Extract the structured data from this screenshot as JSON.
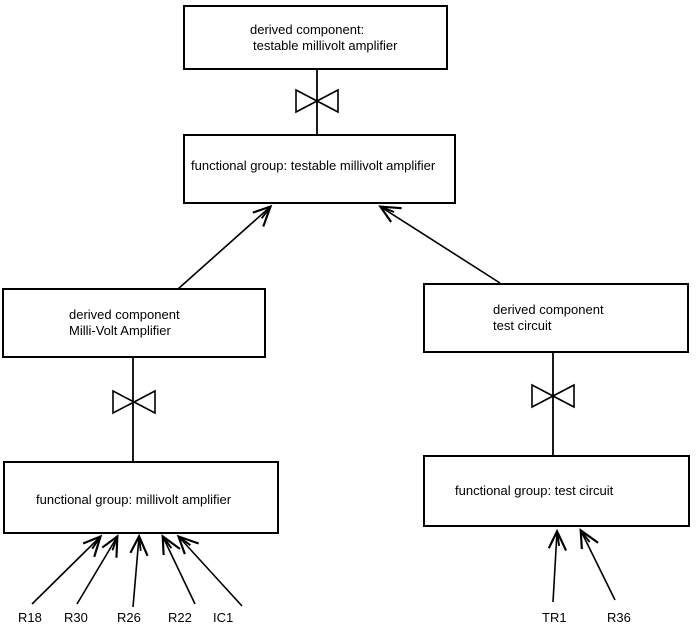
{
  "canvas": {
    "background_color": "#ffffff",
    "line_color": "#000000"
  },
  "nodes": {
    "derived_testable": {
      "line1": "derived component:",
      "line2": "testable millivolt amplifier"
    },
    "functional_testable": {
      "label": "functional group: testable millivolt amplifier"
    },
    "derived_mv": {
      "line1": "derived component",
      "line2": "Milli-Volt Amplifier"
    },
    "derived_test": {
      "line1": "derived component",
      "line2": "test circuit"
    },
    "functional_mv": {
      "label": "functional group: millivolt amplifier"
    },
    "functional_test": {
      "label": "functional group: test circuit"
    }
  },
  "component_labels": {
    "left": [
      "R18",
      "R30",
      "R26",
      "R22",
      "IC1"
    ],
    "right": [
      "TR1",
      "R36"
    ]
  },
  "symbols": {
    "bowtie_meaning": "composition-bowtie"
  }
}
